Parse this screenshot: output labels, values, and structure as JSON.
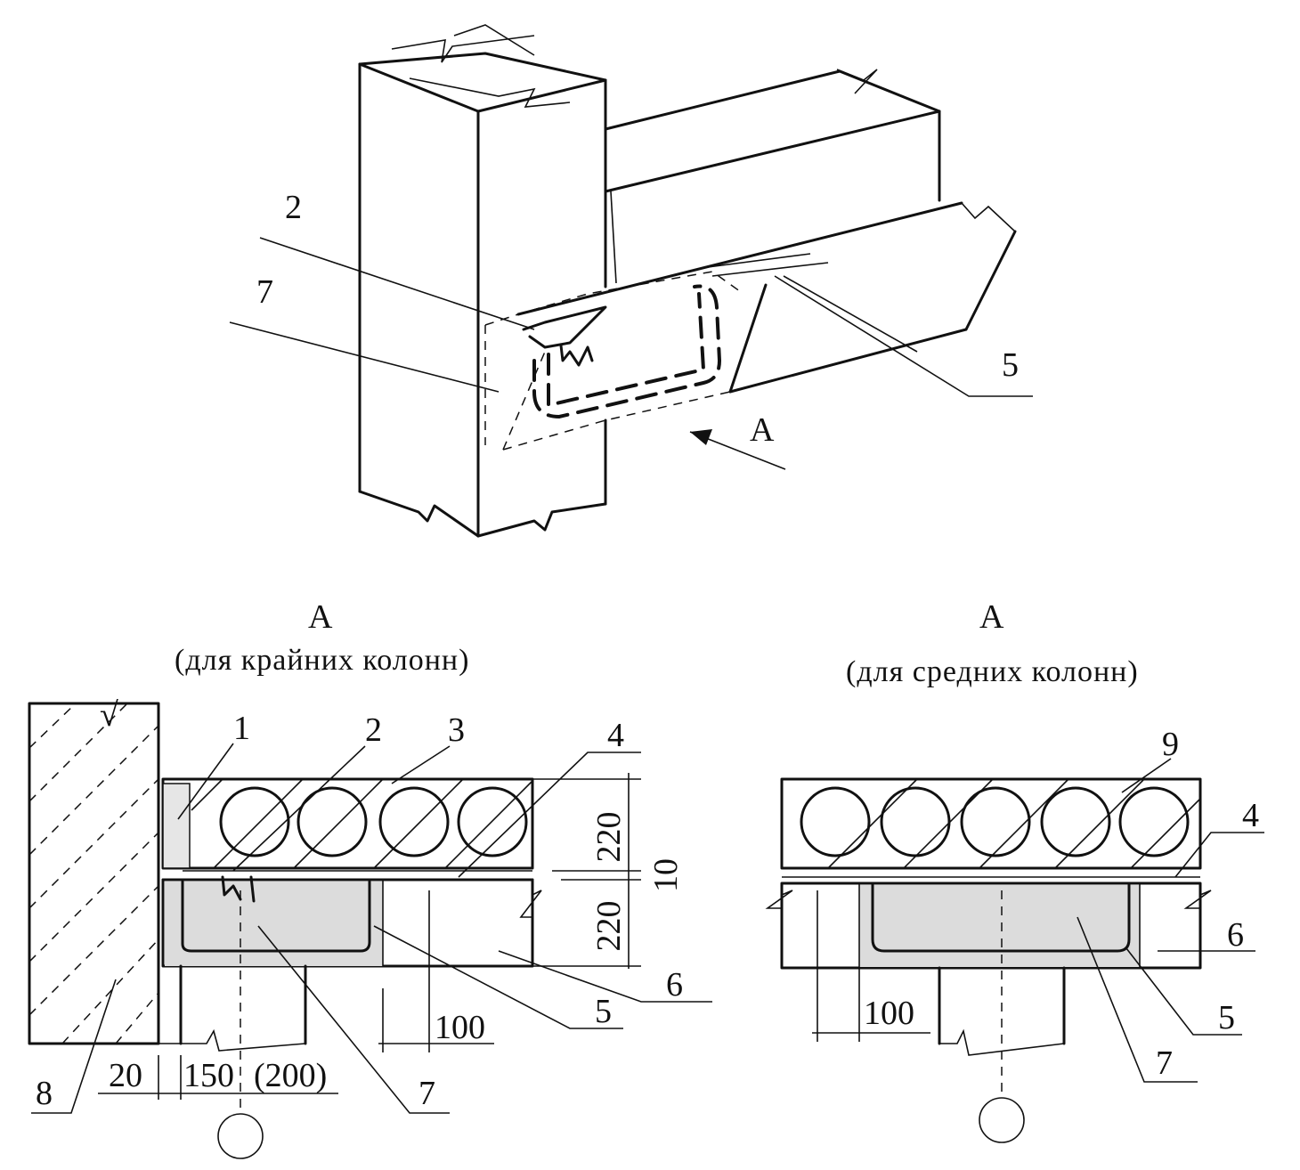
{
  "view_arrow_label": "А",
  "view_left": {
    "title": "А",
    "subtitle": "(для крайних колонн)"
  },
  "view_right": {
    "title": "А",
    "subtitle": "(для средних колонн)"
  },
  "top_callouts": {
    "c2": "2",
    "c7": "7",
    "c5": "5"
  },
  "left_callouts": {
    "c1": "1",
    "c2": "2",
    "c3": "3",
    "c4": "4",
    "c5": "5",
    "c6": "6",
    "c7": "7",
    "c8": "8"
  },
  "right_callouts": {
    "c9": "9",
    "c4": "4",
    "c6": "6",
    "c5": "5",
    "c7": "7"
  },
  "left_dims": {
    "slab_h": "220",
    "gap": "10",
    "bar_h": "220",
    "offset": "100",
    "d20": "20",
    "d150": "150",
    "d200": "(200)"
  },
  "right_dims": {
    "offset": "100"
  },
  "wall_mark": "√"
}
